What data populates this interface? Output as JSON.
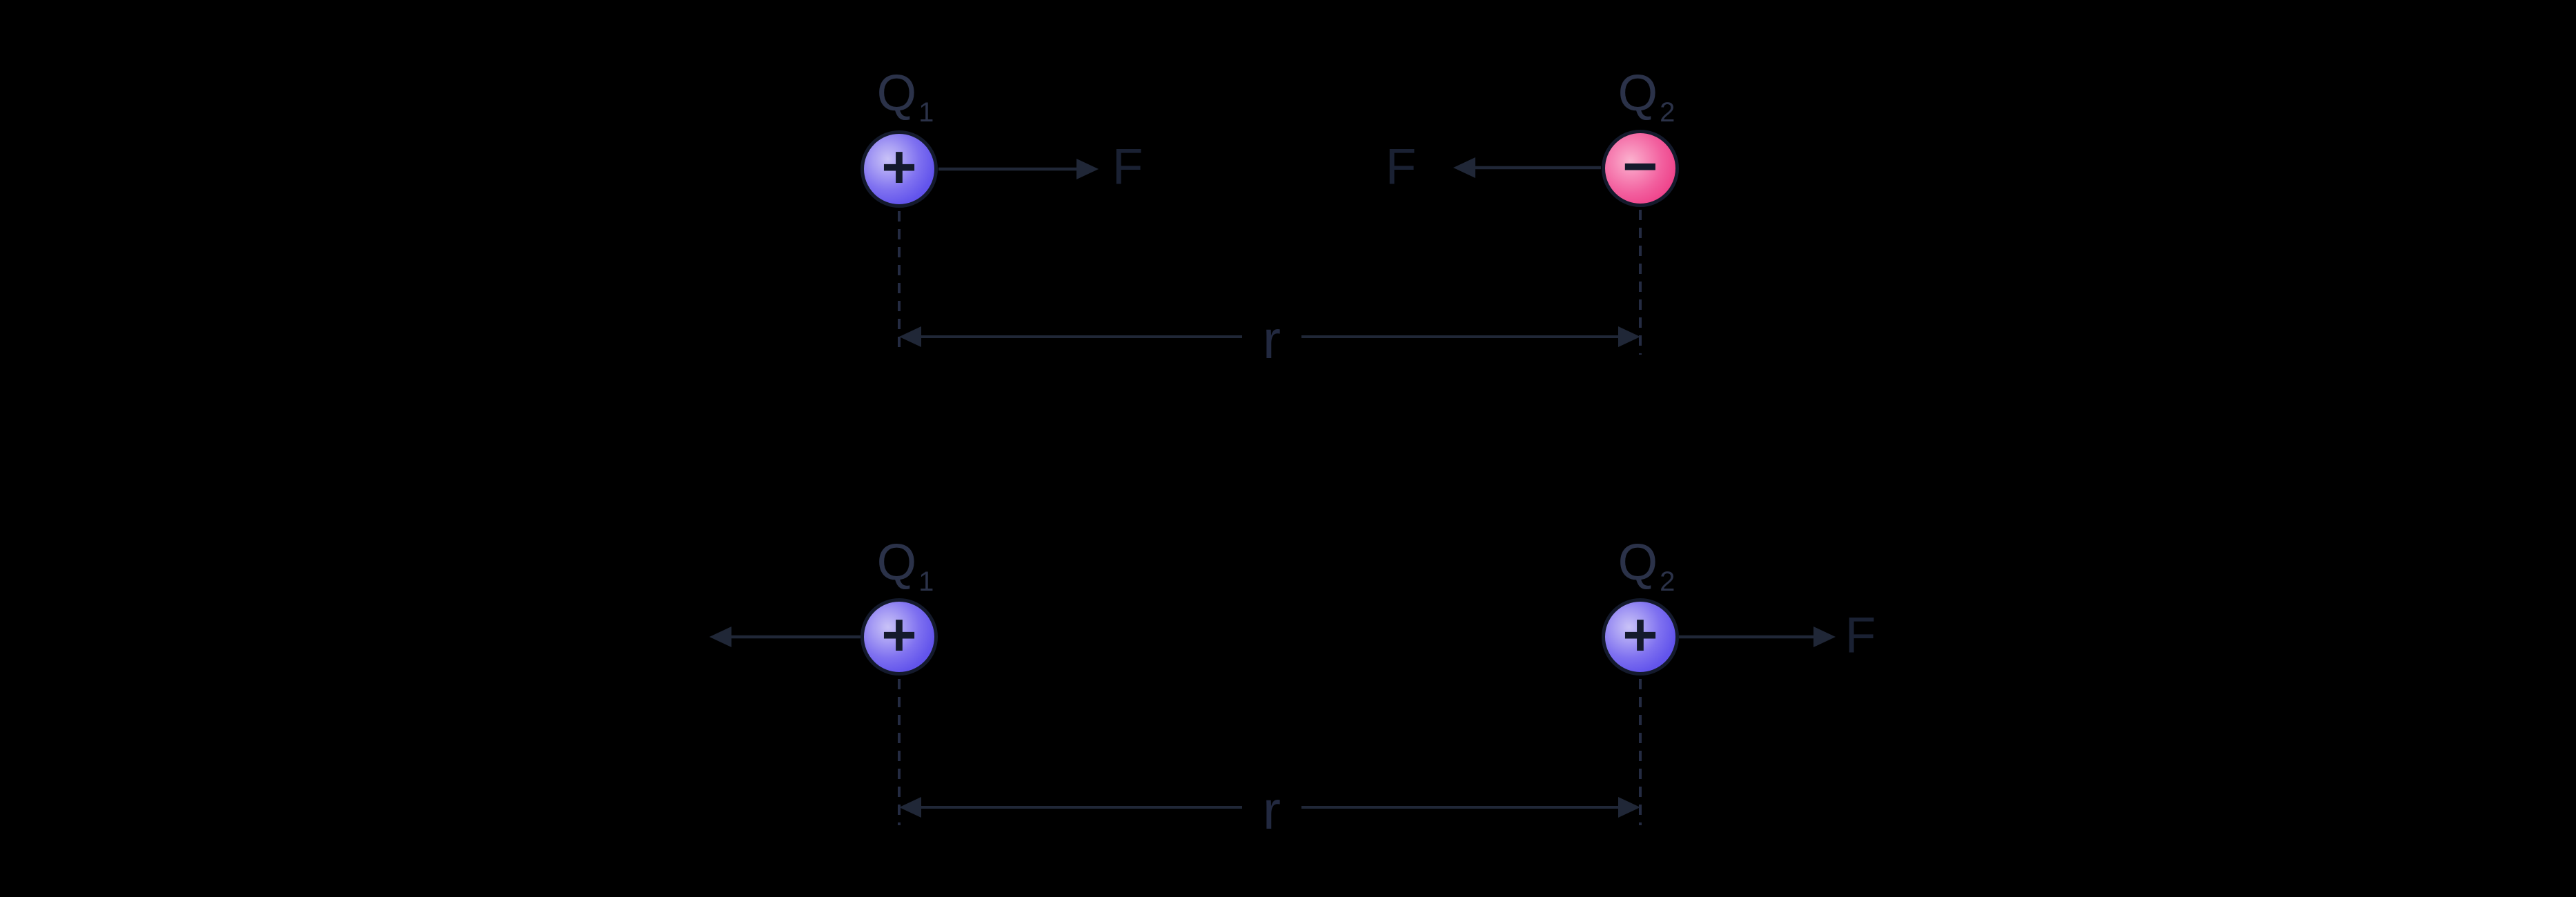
{
  "figure": {
    "type": "physics-diagram",
    "topic": "electrostatic force between point charges"
  },
  "colors": {
    "background": "#000000",
    "ink": "#202737",
    "positive_charge_fill": "#6a5bec",
    "positive_charge_highlight": "#c9c2f7",
    "negative_charge_fill": "#ee3d85",
    "negative_charge_highlight": "#fbb3cf",
    "outline": "#141a2c"
  },
  "scenarios": [
    {
      "name": "attraction",
      "charges": [
        {
          "label_base": "Q",
          "label_sub": "1",
          "sign": "+",
          "polarity": "positive"
        },
        {
          "label_base": "Q",
          "label_sub": "2",
          "sign": "−",
          "polarity": "negative"
        }
      ],
      "forces": [
        {
          "label": "F",
          "direction": "right"
        },
        {
          "label": "F",
          "direction": "left"
        }
      ],
      "distance_label": "r"
    },
    {
      "name": "repulsion",
      "charges": [
        {
          "label_base": "Q",
          "label_sub": "1",
          "sign": "+",
          "polarity": "positive"
        },
        {
          "label_base": "Q",
          "label_sub": "2",
          "sign": "+",
          "polarity": "positive"
        }
      ],
      "forces": [
        {
          "label": "",
          "direction": "left"
        },
        {
          "label": "F",
          "direction": "right"
        }
      ],
      "distance_label": "r"
    }
  ]
}
